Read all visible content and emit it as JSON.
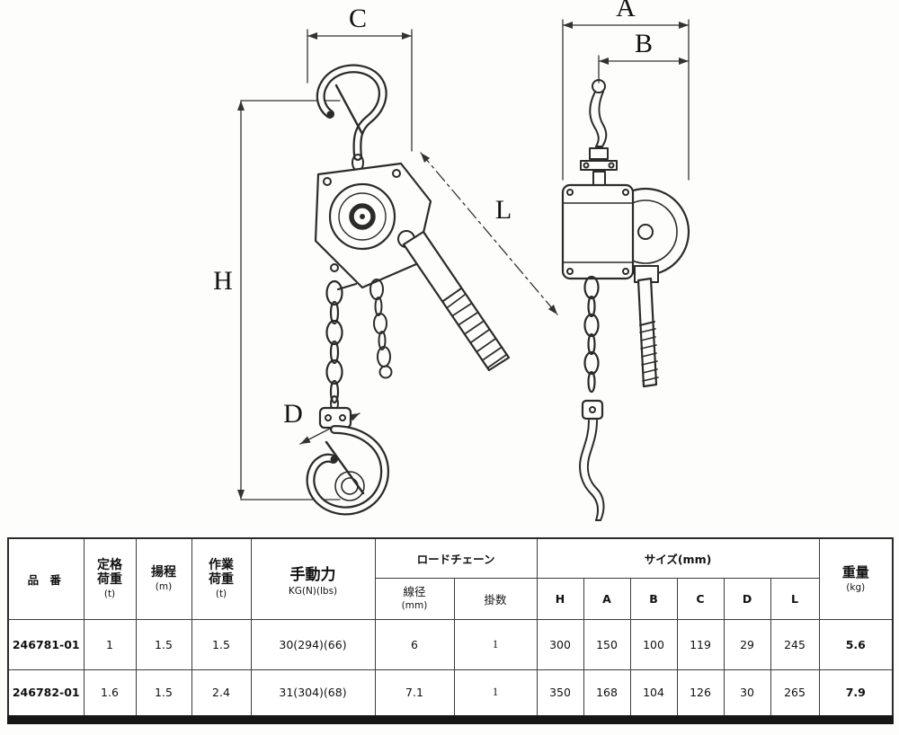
{
  "diagram": {
    "dimension_labels": {
      "c": "C",
      "a": "A",
      "b": "B",
      "h": "H",
      "d": "D",
      "l": "L"
    }
  },
  "table": {
    "headers": {
      "part_no": "品 番",
      "rated_load": {
        "label": "定格\n荷重",
        "unit": "(t)"
      },
      "lift": {
        "label": "揚程",
        "unit": "(m)"
      },
      "working_load": {
        "label": "作業\n荷重",
        "unit": "(t)"
      },
      "manual_force": {
        "label": "手動力",
        "unit": "KG(N)(lbs)"
      },
      "load_chain_group": "ロードチェーン",
      "wire_dia": {
        "label": "線径",
        "unit": "(mm)"
      },
      "falls": "掛数",
      "size_group": "サイズ(mm)",
      "size_cols": [
        "H",
        "A",
        "B",
        "C",
        "D",
        "L"
      ],
      "weight": {
        "label": "重量",
        "unit": "(kg)"
      }
    },
    "rows": [
      {
        "part_no": "246781-01",
        "rated_load": "1",
        "lift": "1.5",
        "working_load": "1.5",
        "manual_force": "30(294)(66)",
        "wire_dia": "6",
        "falls": "1",
        "size_h": "300",
        "size_a": "150",
        "size_b": "100",
        "size_c": "119",
        "size_d": "29",
        "size_l": "245",
        "weight": "5.6"
      },
      {
        "part_no": "246782-01",
        "rated_load": "1.6",
        "lift": "1.5",
        "working_load": "2.4",
        "manual_force": "31(304)(68)",
        "wire_dia": "7.1",
        "falls": "1",
        "size_h": "350",
        "size_a": "168",
        "size_b": "104",
        "size_c": "126",
        "size_d": "30",
        "size_l": "265",
        "weight": "7.9"
      }
    ]
  }
}
